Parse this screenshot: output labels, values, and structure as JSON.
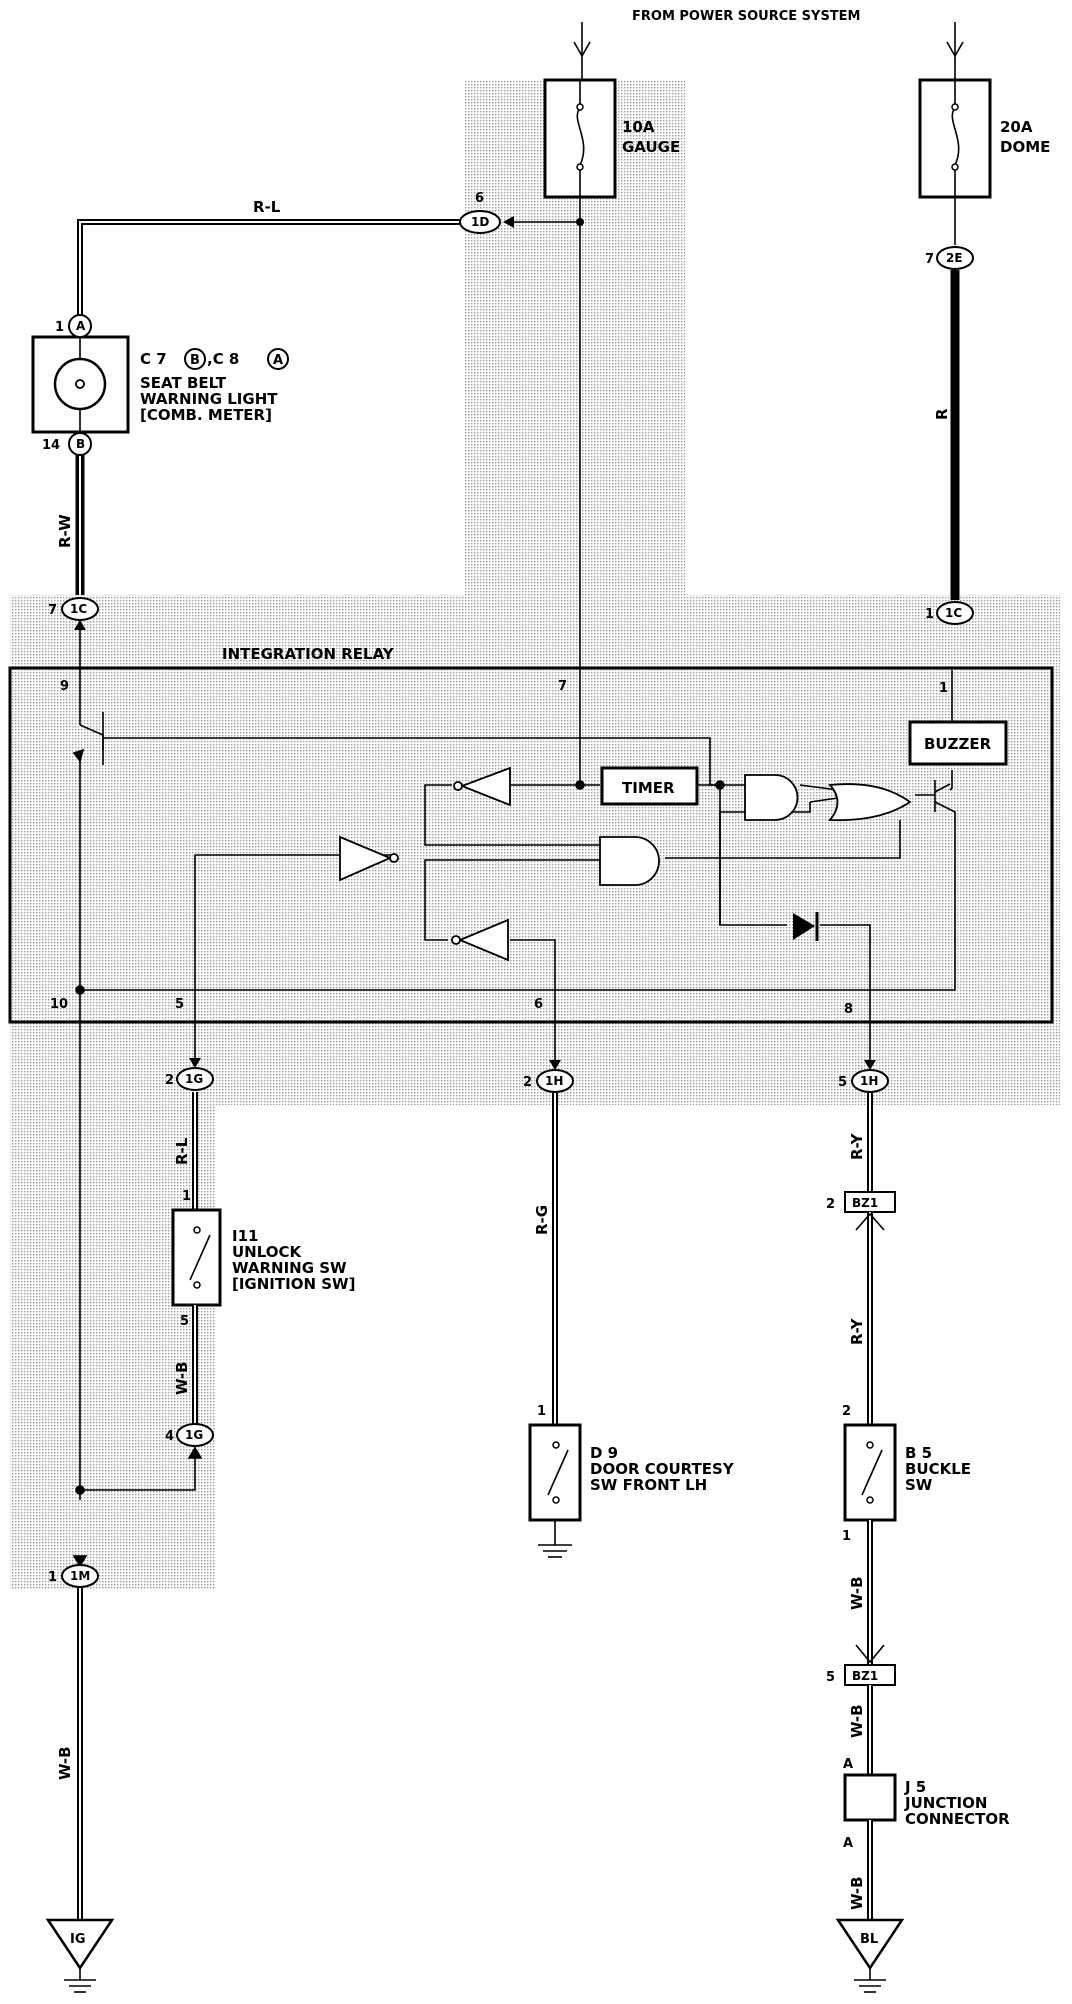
{
  "header": {
    "power_source": "FROM POWER SOURCE SYSTEM"
  },
  "fuses": {
    "gauge": {
      "amp": "10A",
      "name": "GAUGE"
    },
    "dome": {
      "amp": "20A",
      "name": "DOME"
    }
  },
  "wires": {
    "r_l_top": "R-L",
    "r_w": "R-W",
    "r": "R",
    "r_l": "R-L",
    "w_b_unlock": "W-B",
    "r_g": "R-G",
    "r_y_1": "R-Y",
    "r_y_2": "R-Y",
    "w_b_buckle": "W-B",
    "w_b_bz": "W-B",
    "w_b_jc": "W-B",
    "w_b_left": "W-B"
  },
  "connectors": {
    "c1D": {
      "pin": "6",
      "id": "1D"
    },
    "c2E": {
      "pin": "7",
      "id": "2E"
    },
    "c1A": {
      "pin": "1",
      "id": "A"
    },
    "c14B": {
      "pin": "14",
      "id": "B"
    },
    "c1C_left": {
      "pin": "7",
      "id": "1C"
    },
    "c1C_right": {
      "pin": "1",
      "id": "1C"
    },
    "c1G_top": {
      "pin": "2",
      "id": "1G"
    },
    "c1H_mid": {
      "pin": "2",
      "id": "1H"
    },
    "c1H_right": {
      "pin": "5",
      "id": "1H"
    },
    "cBZ1_top": {
      "pin": "2",
      "id": "BZ1"
    },
    "cBZ1_bottom": {
      "pin": "5",
      "id": "BZ1"
    },
    "c1G_bottom": {
      "pin": "4",
      "id": "1G"
    },
    "c1M": {
      "pin": "1",
      "id": "1M"
    }
  },
  "meter": {
    "code": "C 7",
    "code_b": "B",
    "code2": ",C 8",
    "code_a": "A",
    "line1": "SEAT BELT",
    "line2": "WARNING LIGHT",
    "line3": "[COMB. METER]"
  },
  "relay": {
    "title": "INTEGRATION RELAY",
    "timer": "TIMER",
    "buzzer": "BUZZER",
    "pins": {
      "p9": "9",
      "p7": "7",
      "p1": "1",
      "p10": "10",
      "p5": "5",
      "p6": "6",
      "p8": "8"
    }
  },
  "components": {
    "unlock": {
      "code": "I11",
      "line1": "UNLOCK",
      "line2": "WARNING SW",
      "line3": "[IGNITION SW]",
      "pin_top": "1",
      "pin_bottom": "5"
    },
    "door": {
      "code": "D 9",
      "line1": "DOOR COURTESY",
      "line2": "SW FRONT LH",
      "pin_top": "1"
    },
    "buckle": {
      "code": "B 5",
      "line1": "BUCKLE",
      "line2": "SW",
      "pin_top": "2",
      "pin_bottom": "1"
    },
    "junction": {
      "code": "J 5",
      "line1": "JUNCTION",
      "line2": "CONNECTOR",
      "pin_top": "A",
      "pin_bottom": "A"
    }
  },
  "grounds": {
    "ig": "IG",
    "bl": "BL"
  }
}
